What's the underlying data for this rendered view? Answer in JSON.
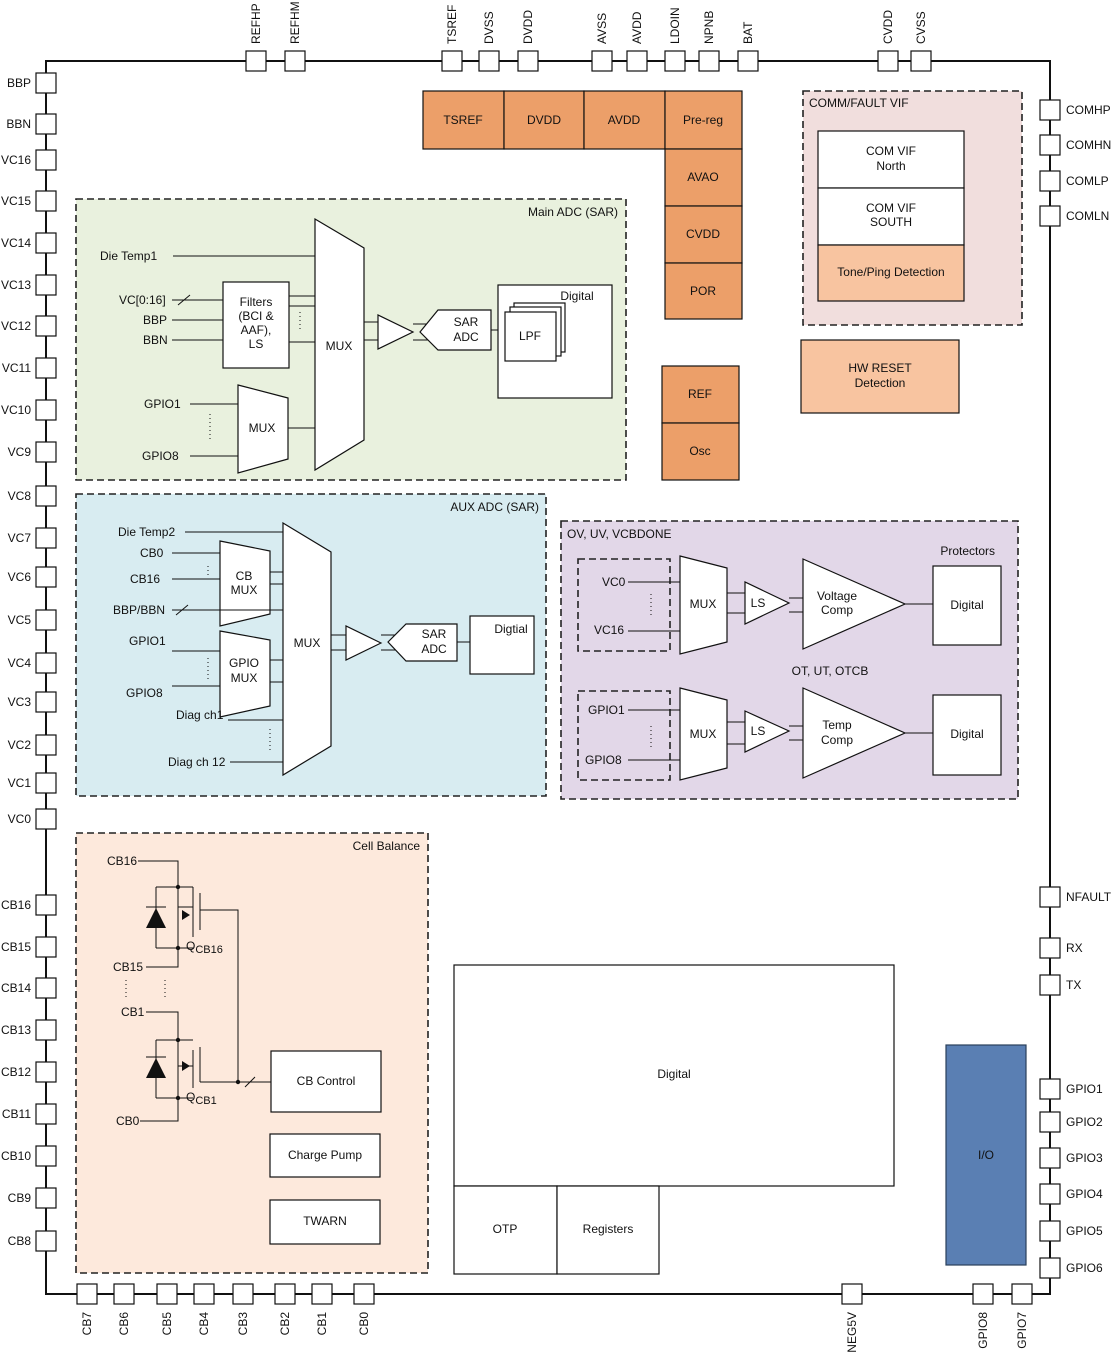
{
  "top_pins": [
    "REFHP",
    "REFHM",
    "TSREF",
    "DVSS",
    "DVDD",
    "AVSS",
    "AVDD",
    "LDOIN",
    "NPNB",
    "BAT",
    "CVDD",
    "CVSS"
  ],
  "bottom_pins": [
    "CB7",
    "CB6",
    "CB5",
    "CB4",
    "CB3",
    "CB2",
    "CB1",
    "CB0",
    "NEG5V",
    "GPIO8",
    "GPIO7"
  ],
  "left_pins": [
    "BBP",
    "BBN",
    "VC16",
    "VC15",
    "VC14",
    "VC13",
    "VC12",
    "VC11",
    "VC10",
    "VC9",
    "VC8",
    "VC7",
    "VC6",
    "VC5",
    "VC4",
    "VC3",
    "VC2",
    "VC1",
    "VC0",
    "CB16",
    "CB15",
    "CB14",
    "CB13",
    "CB12",
    "CB11",
    "CB10",
    "CB9",
    "CB8"
  ],
  "right_pins": [
    "COMHP",
    "COMHN",
    "COMLP",
    "COMLN",
    "NFAULT",
    "RX",
    "TX",
    "GPIO1",
    "GPIO2",
    "GPIO3",
    "GPIO4",
    "GPIO5",
    "GPIO6"
  ],
  "power": [
    "TSREF",
    "DVDD",
    "AVDD",
    "Pre-reg",
    "AVAO",
    "CVDD",
    "POR",
    "REF",
    "Osc"
  ],
  "comm": {
    "title": "COMM/FAULT VIF",
    "north1": "COM VIF",
    "north2": "North",
    "south1": "COM VIF",
    "south2": "SOUTH",
    "tone": "Tone/Ping Detection"
  },
  "hwreset": {
    "l1": "HW RESET",
    "l2": "Detection"
  },
  "main_adc": {
    "title": "Main ADC (SAR)",
    "die_temp": "Die Temp1",
    "vc": "VC[0:16]",
    "bbp": "BBP",
    "bbn": "BBN",
    "filters": [
      "Filters",
      "(BCI &",
      "AAF),",
      "LS"
    ],
    "gpio1": "GPIO1",
    "gpio8": "GPIO8",
    "mux": "MUX",
    "mux_small": "MUX",
    "sar1": "SAR",
    "sar2": "ADC",
    "digital": "Digital",
    "lpf": "LPF"
  },
  "aux_adc": {
    "title": "AUX ADC (SAR)",
    "die_temp": "Die Temp2",
    "cb0": "CB0",
    "cb16": "CB16",
    "bbp_bbn": "BBP/BBN",
    "gpio1": "GPIO1",
    "gpio8": "GPIO8",
    "diag1": "Diag ch1",
    "diag12": "Diag ch 12",
    "cb_mux": [
      "CB",
      "MUX"
    ],
    "gpio_mux": [
      "GPIO",
      "MUX"
    ],
    "mux": "MUX",
    "sar1": "SAR",
    "sar2": "ADC",
    "digital": "Digtial"
  },
  "prot": {
    "title": "OV, UV, VCBDONE",
    "protectors": "Protectors",
    "vc0": "VC0",
    "vc16": "VC16",
    "mux1": "MUX",
    "ls1": "LS",
    "vcomp": [
      "Voltage",
      "Comp"
    ],
    "digital1": "Digital",
    "ot_title": "OT, UT, OTCB",
    "gpio1": "GPIO1",
    "gpio8": "GPIO8",
    "mux2": "MUX",
    "ls2": "LS",
    "tcomp": [
      "Temp",
      "Comp"
    ],
    "digital2": "Digital"
  },
  "cell_balance": {
    "title": "Cell Balance",
    "cb16": "CB16",
    "cb15": "CB15",
    "cb1": "CB1",
    "cb0": "CB0",
    "q16": "Q",
    "q16_sub": "CB16",
    "q1": "Q",
    "q1_sub": "CB1",
    "cb_control": "CB Control",
    "charge_pump": "Charge Pump",
    "twarn": "TWARN"
  },
  "digital": {
    "main": "Digital",
    "otp": "OTP",
    "registers": "Registers"
  },
  "io": "I/O",
  "colors": {
    "orange": "#ec9f69",
    "light_orange": "#f8c4a0",
    "green_bg": "#e9f1de",
    "blue_bg": "#d8ecf1",
    "purple_bg": "#e2d7e8",
    "pink_bg": "#f1dedd",
    "peach_bg": "#fde9dc",
    "io_blue": "#5a7fb3"
  }
}
